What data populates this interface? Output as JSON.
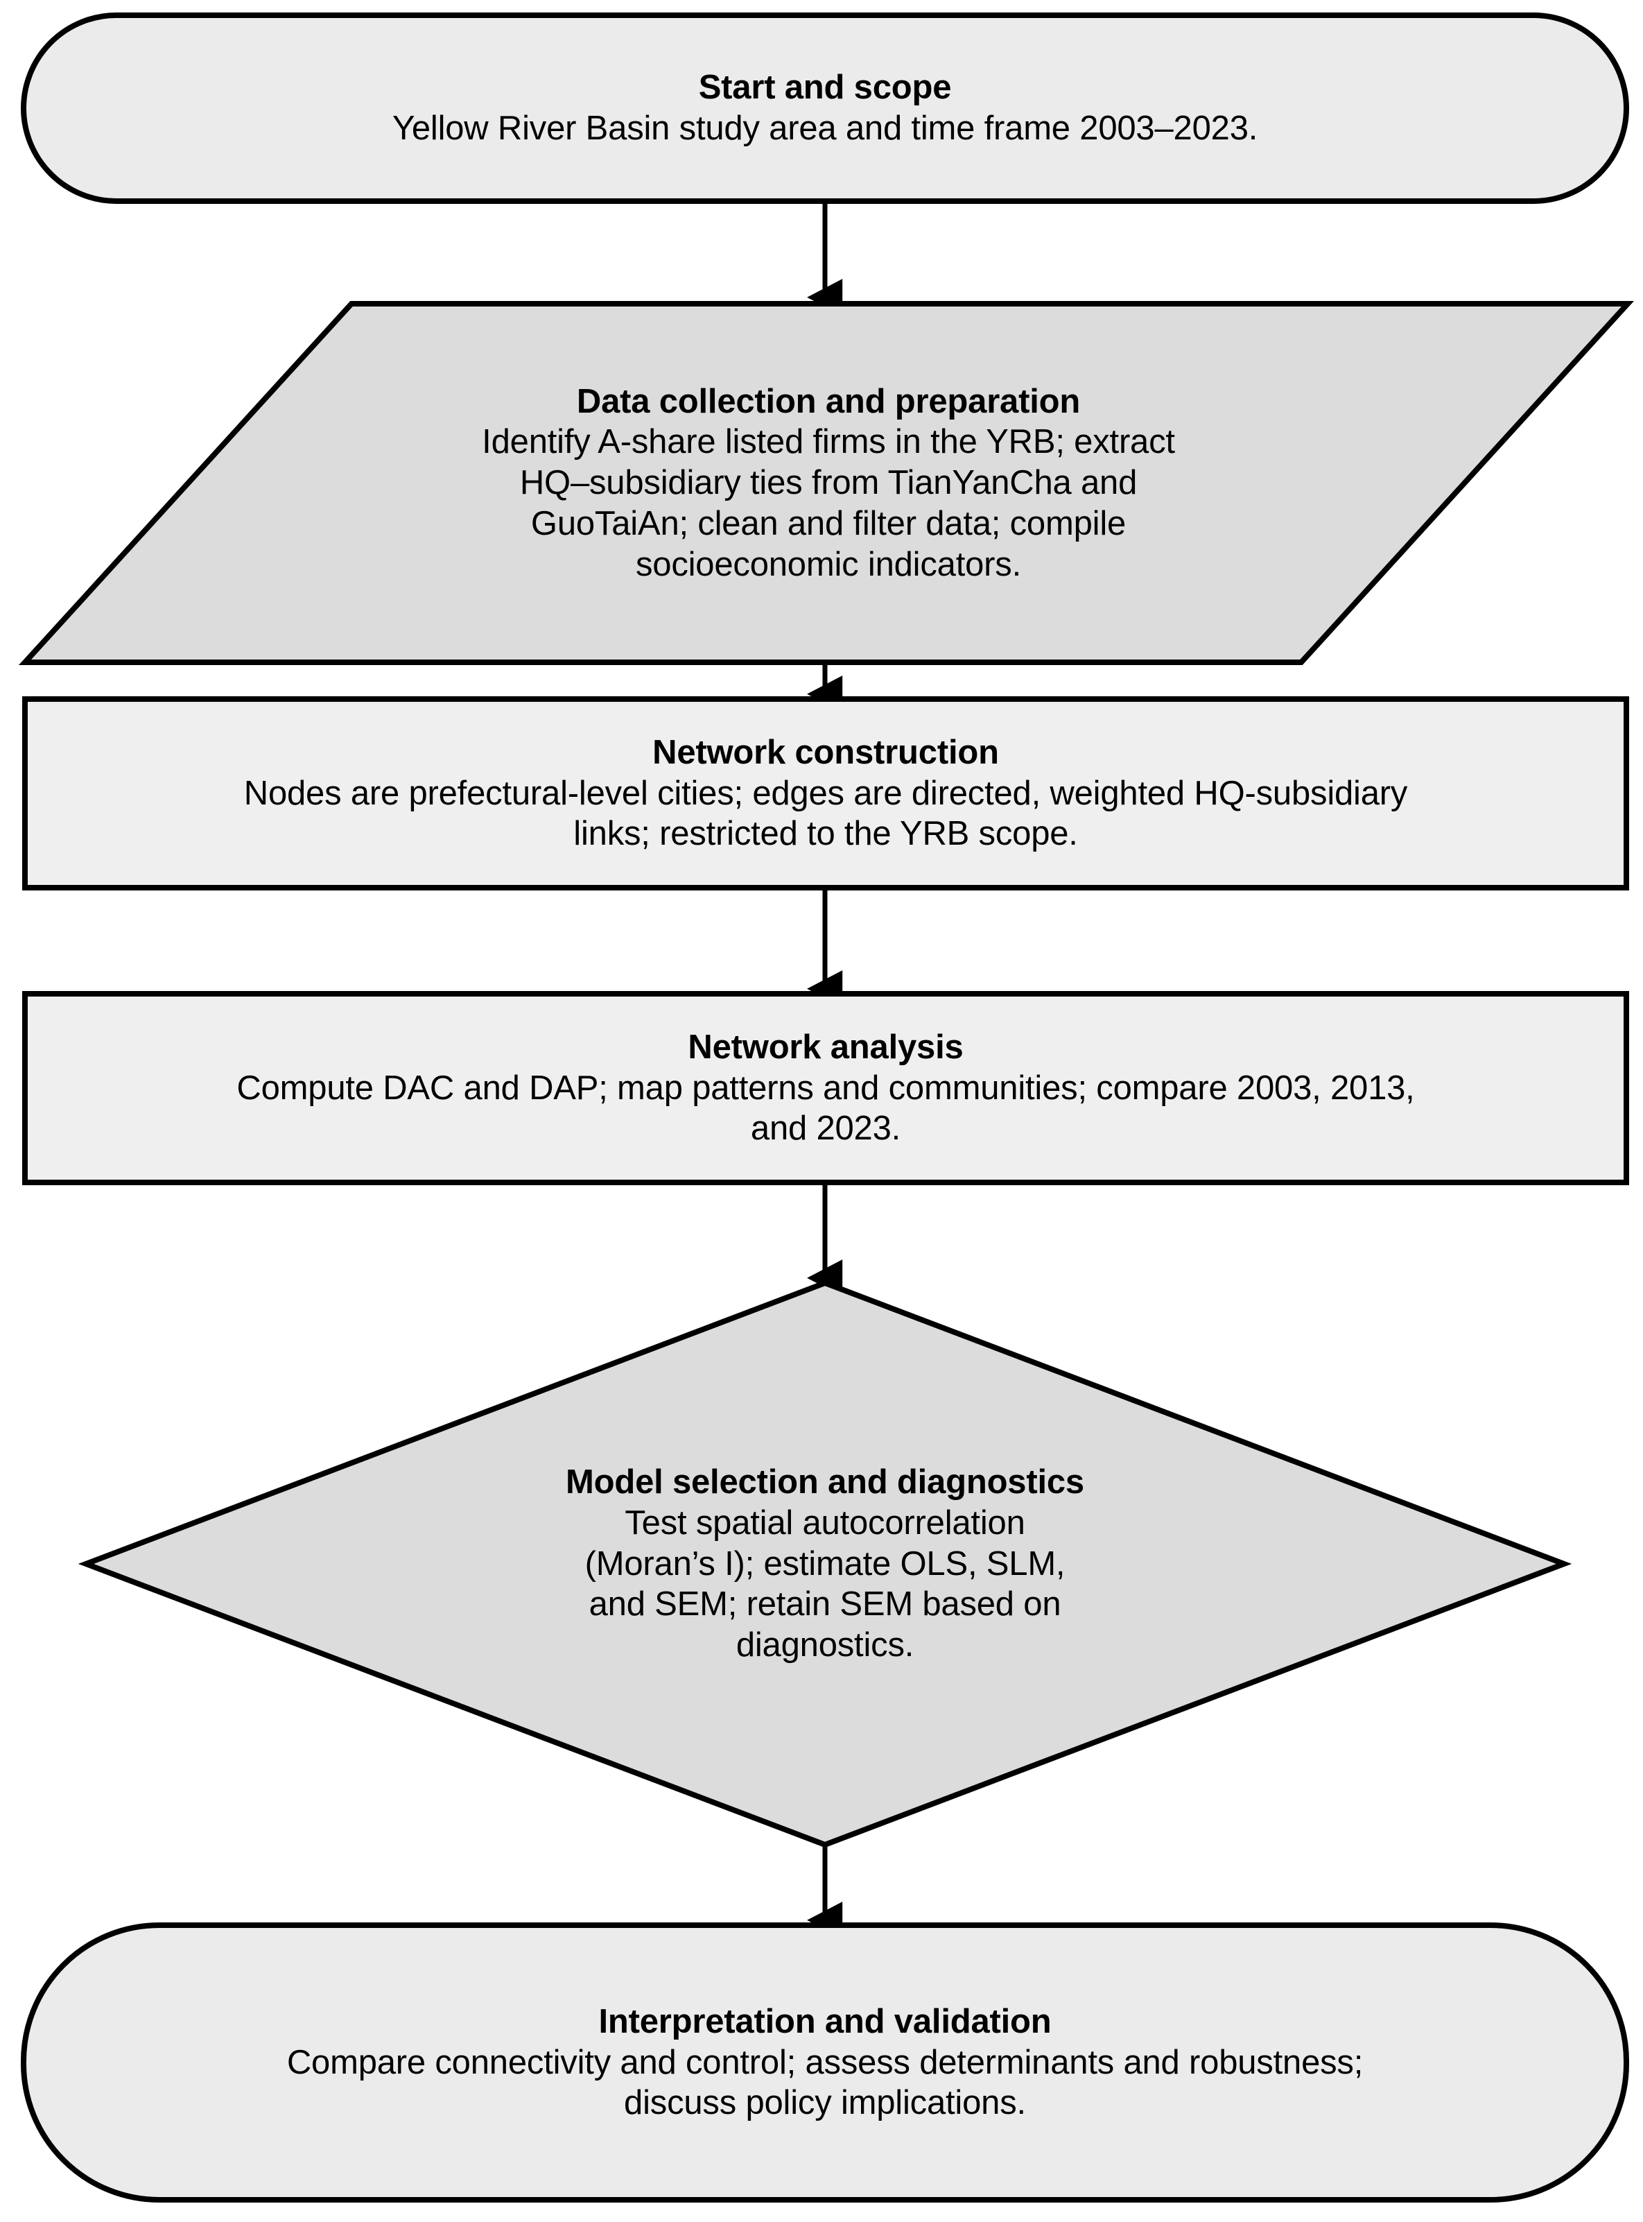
{
  "diagram": {
    "type": "flowchart",
    "orientation": "top-to-bottom",
    "background_color": "#ffffff",
    "stroke_color": "#000000",
    "fill_light": "#ebebeb",
    "fill_medium": "#dcdcdc",
    "nodes": [
      {
        "id": "start-and-scope",
        "shape": "stadium",
        "title": "Start and scope",
        "body": "Yellow River Basin study area and time frame 2003–2023."
      },
      {
        "id": "data-collection-and-preparation",
        "shape": "parallelogram",
        "title": "Data collection and preparation",
        "body_lines": [
          "Identify A-share listed firms in the YRB; extract",
          "HQ–subsidiary ties from TianYanCha and",
          "GuoTaiAn; clean and filter data; compile",
          "socioeconomic indicators."
        ]
      },
      {
        "id": "network-construction",
        "shape": "rectangle",
        "title": "Network construction",
        "body_lines": [
          "Nodes are prefectural-level cities; edges are directed, weighted HQ-subsidiary",
          "links; restricted to the YRB scope."
        ]
      },
      {
        "id": "network-analysis",
        "shape": "rectangle",
        "title": "Network analysis",
        "body_lines": [
          "Compute DAC and DAP; map patterns and communities; compare 2003, 2013,",
          "and 2023."
        ]
      },
      {
        "id": "model-selection-and-diagnostics",
        "shape": "diamond",
        "title": "Model selection and diagnostics",
        "body_lines": [
          "Test spatial autocorrelation",
          "(Moran’s I); estimate OLS, SLM,",
          "and SEM; retain SEM based on",
          "diagnostics."
        ]
      },
      {
        "id": "interpretation-and-validation",
        "shape": "stadium",
        "title": "Interpretation and validation",
        "body_lines": [
          "Compare connectivity and control; assess determinants and robustness;",
          "discuss policy implications."
        ]
      }
    ],
    "connectors": [
      {
        "from": "start-and-scope",
        "to": "data-collection-and-preparation",
        "arrow": "down-arrow"
      },
      {
        "from": "data-collection-and-preparation",
        "to": "network-construction",
        "arrow": "down-arrow"
      },
      {
        "from": "network-construction",
        "to": "network-analysis",
        "arrow": "down-arrow"
      },
      {
        "from": "network-analysis",
        "to": "model-selection-and-diagnostics",
        "arrow": "down-arrow"
      },
      {
        "from": "model-selection-and-diagnostics",
        "to": "interpretation-and-validation",
        "arrow": "down-arrow"
      }
    ]
  }
}
